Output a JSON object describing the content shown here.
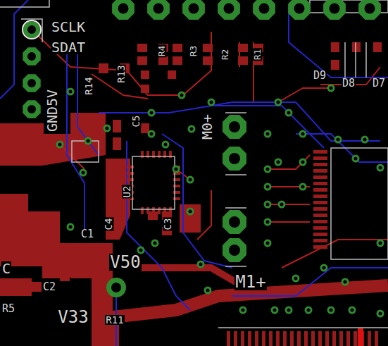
{
  "diagram": {
    "labels": [
      "SCLK",
      "SDAT",
      "GND5V",
      "R14",
      "R13",
      "R4",
      "R3",
      "R2",
      "R1",
      "C5",
      "M0+",
      "U2",
      "C4",
      "C3",
      "C1",
      "V50",
      "M1+",
      "C2",
      "R5",
      "V33",
      "R11",
      "D9",
      "D8",
      "D7",
      "C"
    ]
  }
}
